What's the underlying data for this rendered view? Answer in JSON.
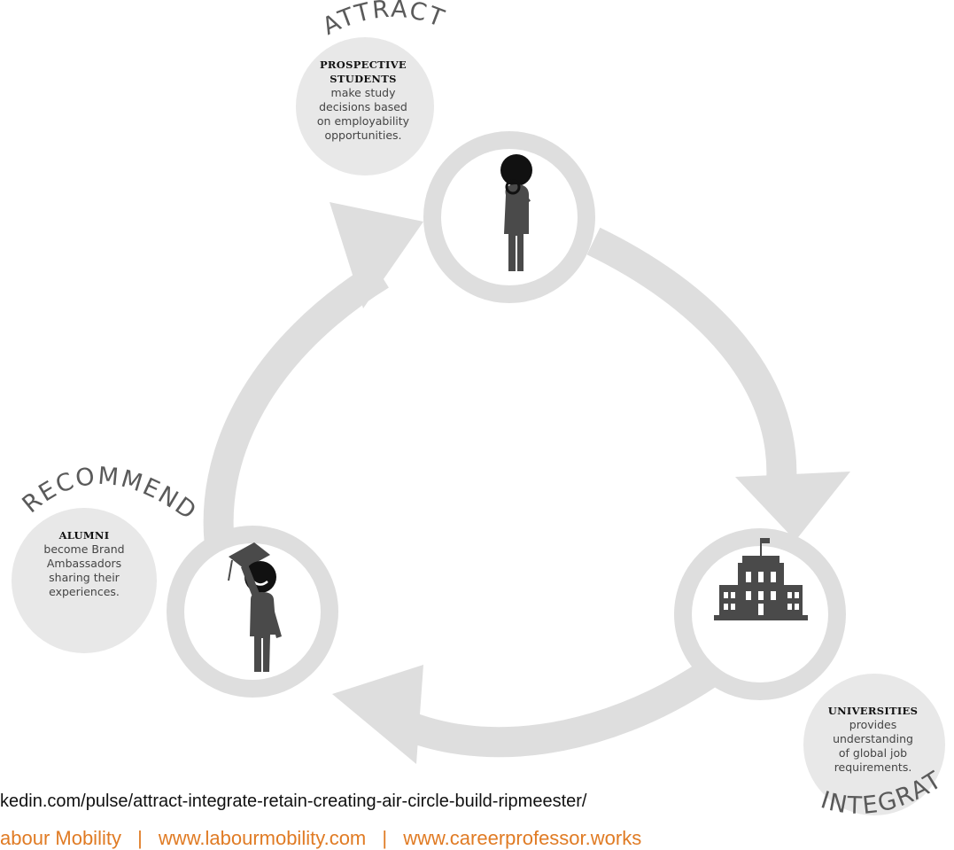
{
  "colors": {
    "ring": "#dedede",
    "bubble": "#e8e8e8",
    "figure": "#4a4a4a",
    "footer_text": "#e07b24"
  },
  "stages": [
    {
      "id": "attract",
      "label": "ATTRACT",
      "icon": "person-with-magnifier-icon",
      "heading": "PROSPECTIVE STUDENTS",
      "body": "make study\ndecisions based\non employability\nopportunities."
    },
    {
      "id": "integrate",
      "label": "INTEGRATE",
      "icon": "university-building-icon",
      "heading": "UNIVERSITIES",
      "body": "provides\nunderstanding\nof global job\nrequirements."
    },
    {
      "id": "recommend",
      "label": "RECOMMEND",
      "icon": "graduate-waving-icon",
      "heading": "ALUMNI",
      "body": "become Brand\nAmbassadors\nsharing their\nexperiences."
    }
  ],
  "source_url": "kedin.com/pulse/attract-integrate-retain-creating-air-circle-build-ripmeester/",
  "footer": {
    "items": [
      "abour Mobility",
      "www.labourmobility.com",
      "www.careerprofessor.works"
    ],
    "separator": "|"
  }
}
